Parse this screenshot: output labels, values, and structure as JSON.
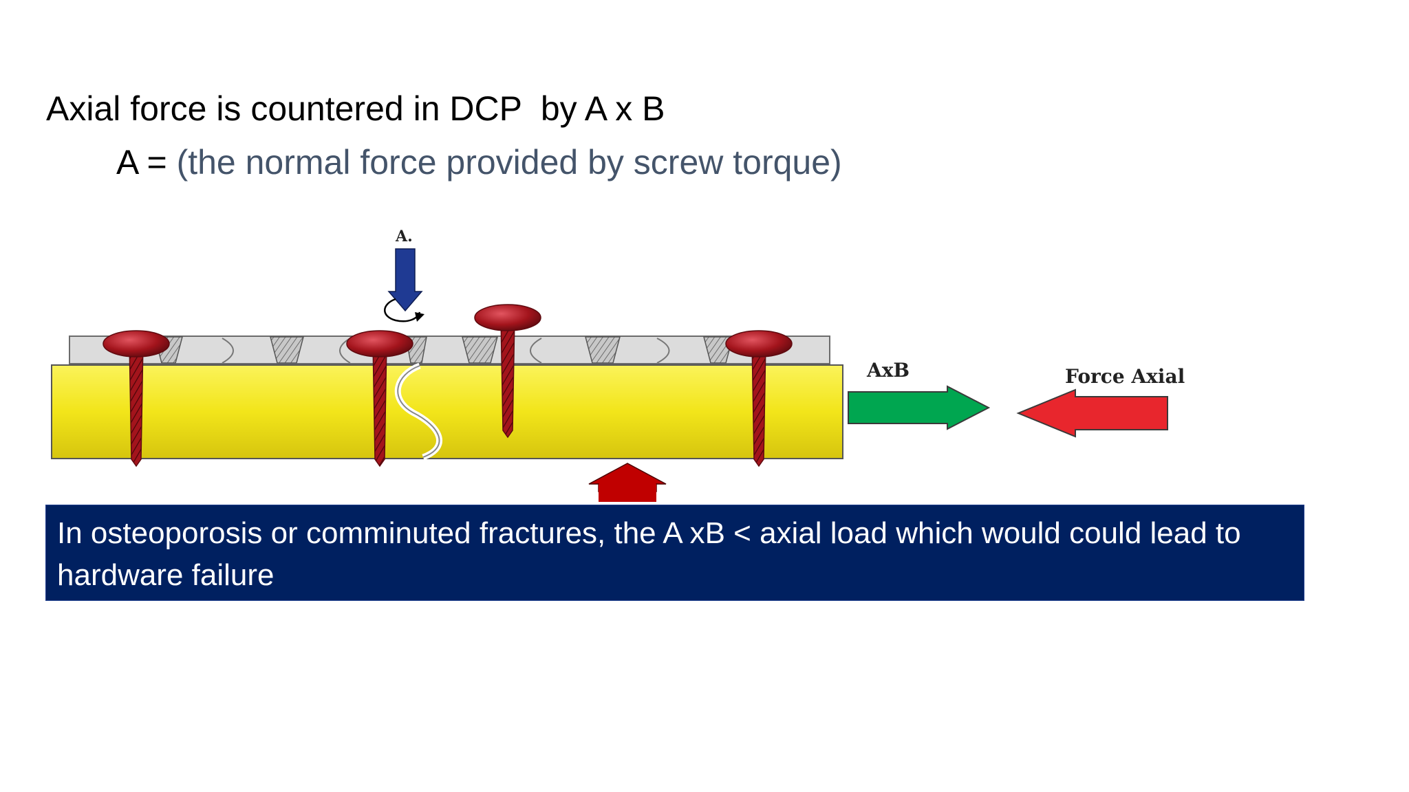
{
  "slide": {
    "title": "Axial force is countered in DCP  by A x B",
    "definition_prefix": "A = ",
    "definition_text": "(the normal force provided by screw torque)",
    "callout_text": "In osteoporosis or comminuted fractures, the A xB  <  axial load which would could lead to hardware failure"
  },
  "diagram": {
    "label_a": "A.",
    "label_axb": "AxB",
    "label_force_axial": "Force Axial",
    "colors": {
      "bone": "#f2e51a",
      "plate": "#d9d9d9",
      "screw": "#a3141c",
      "arrow_a": "#1f3a93",
      "arrow_axb": "#00a650",
      "arrow_force_axial": "#e8262d",
      "arrow_bottom": "#c00000",
      "callout_bg": "#002060"
    },
    "icons": [
      "down-arrow",
      "rotation-icon",
      "right-arrow",
      "left-arrow",
      "up-arrow",
      "screw"
    ]
  }
}
